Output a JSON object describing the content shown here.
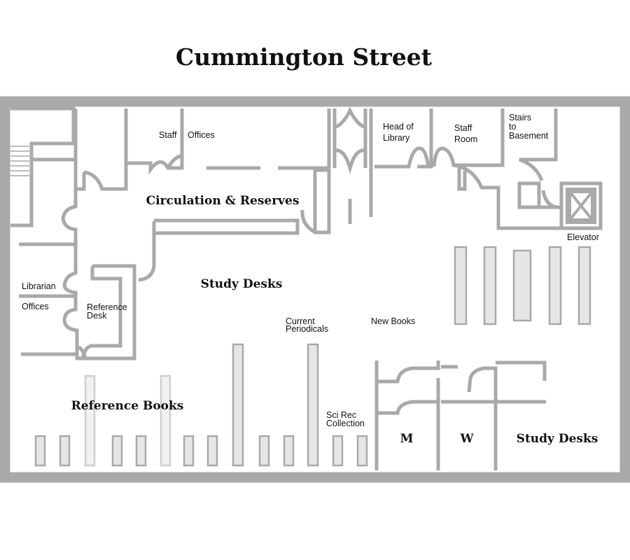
{
  "title": "Cummington Street",
  "labels": {
    "staff": "Staff",
    "offices": "Offices",
    "head_of_library_1": "Head of",
    "head_of_library_2": "Library",
    "staff_room_1": "Staff",
    "staff_room_2": "Room",
    "stairs_1": "Stairs",
    "stairs_2": "to",
    "stairs_3": "Basement",
    "circulation": "Circulation & Reserves",
    "elevator": "Elevator",
    "librarian": "Librarian",
    "librarian_offices": "Offices",
    "reference_desk_1": "Reference",
    "reference_desk_2": "Desk",
    "study_desks_main": "Study Desks",
    "current_periodicals_1": "Current",
    "current_periodicals_2": "Periodicals",
    "new_books": "New Books",
    "reference_books": "Reference Books",
    "sci_rec_1": "Sci Rec",
    "sci_rec_2": "Collection",
    "mens_room": "M",
    "womens_room": "W",
    "study_desks_corner": "Study Desks"
  },
  "colors": {
    "wall": "#a9a9a9",
    "shelf_fill": "#e6e6e6",
    "shelf_light_fill": "#f1f1f1",
    "text": "#111111",
    "background": "#ffffff"
  }
}
